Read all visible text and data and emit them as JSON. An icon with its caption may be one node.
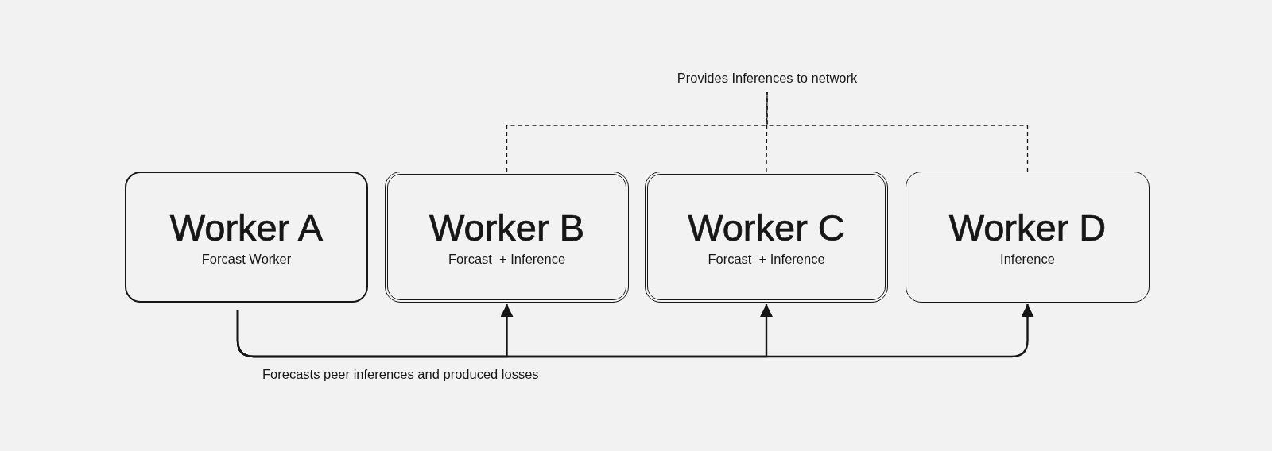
{
  "diagram": {
    "nodes": [
      {
        "text": [
          "Worker A",
          "Forcast Worker"
        ]
      },
      {
        "text": [
          "Worker B",
          "Forcast  + Inference"
        ]
      },
      {
        "text": [
          "Worker C",
          "Forcast  + Inference"
        ]
      },
      {
        "text": [
          "Worker D",
          "Inference"
        ]
      },
      {
        "text": [
          "Provides Inferences to network"
        ]
      }
    ],
    "edges": [
      {
        "from": 0,
        "to": 1,
        "arrow": "to"
      },
      {
        "from": 0,
        "to": 2,
        "arrow": "to"
      },
      {
        "from": 0,
        "to": 3,
        "arrow": "to"
      },
      {
        "from": 1,
        "to": 4,
        "arrow": "none",
        "style": "dashed"
      },
      {
        "from": 2,
        "to": 4,
        "arrow": "none",
        "style": "dashed"
      },
      {
        "from": 3,
        "to": 4,
        "arrow": "none",
        "style": "dashed"
      }
    ],
    "labels": [
      "Forecasts peer inferences and produced losses"
    ]
  }
}
